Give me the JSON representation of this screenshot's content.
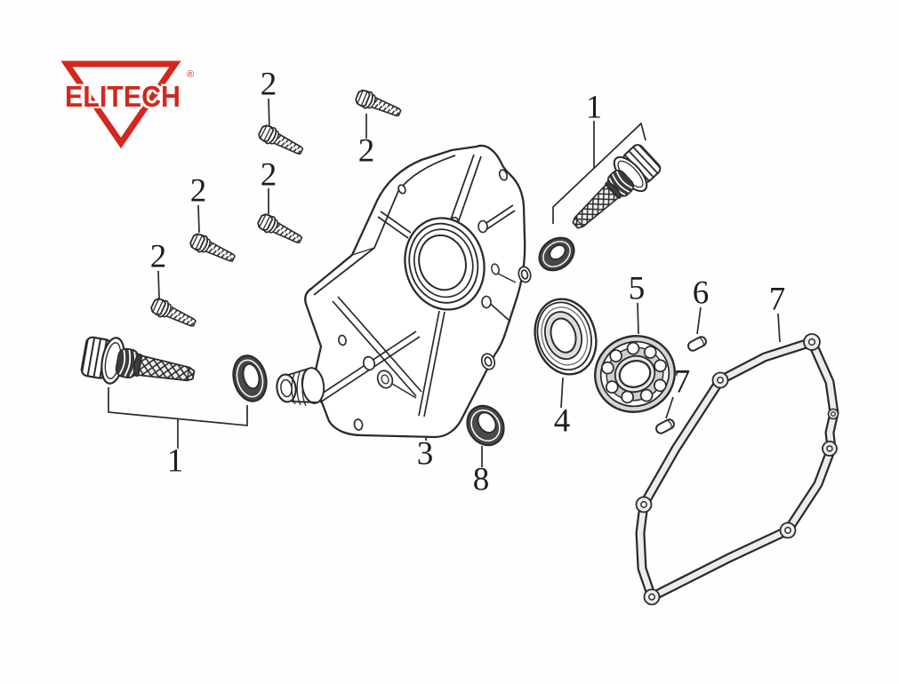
{
  "brand": {
    "logo_text": "ELITECH",
    "registered_mark": "®",
    "logo_color": "#d2281f"
  },
  "diagram": {
    "description": "Exploded parts diagram of an engine crankcase side cover",
    "line_color": "#2b2b2b",
    "background": "#fefefe",
    "callouts": [
      {
        "id": "callout-1-left",
        "label": "1"
      },
      {
        "id": "callout-1-right",
        "label": "1"
      },
      {
        "id": "callout-2-a",
        "label": "2"
      },
      {
        "id": "callout-2-b",
        "label": "2"
      },
      {
        "id": "callout-2-c",
        "label": "2"
      },
      {
        "id": "callout-2-d",
        "label": "2"
      },
      {
        "id": "callout-2-e",
        "label": "2"
      },
      {
        "id": "callout-3",
        "label": "3"
      },
      {
        "id": "callout-4",
        "label": "4"
      },
      {
        "id": "callout-5",
        "label": "5"
      },
      {
        "id": "callout-6",
        "label": "6"
      },
      {
        "id": "callout-7-pin",
        "label": "7"
      },
      {
        "id": "callout-7-gasket",
        "label": "7"
      },
      {
        "id": "callout-8",
        "label": "8"
      }
    ]
  }
}
